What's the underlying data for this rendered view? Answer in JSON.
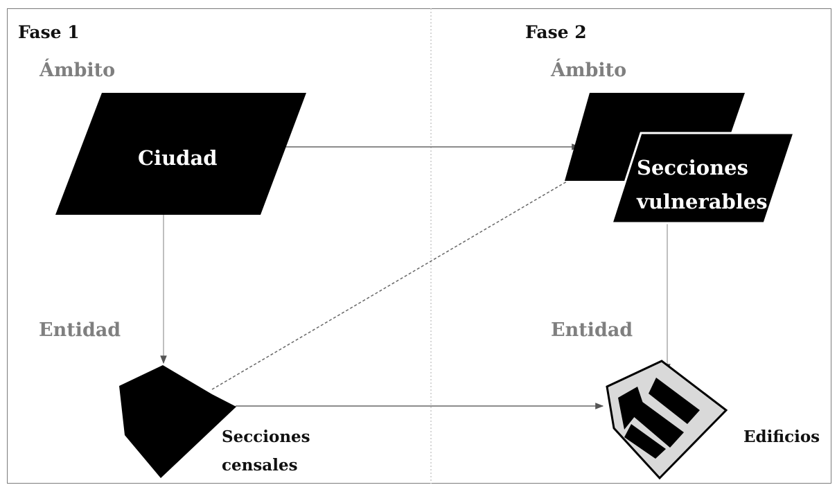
{
  "phase1": {
    "title": "Fase 1",
    "scope_label": "Ámbito",
    "entity_label": "Entidad",
    "scope_node": "Ciudad",
    "entity_node": [
      "Secciones",
      "censales"
    ]
  },
  "phase2": {
    "title": "Fase 2",
    "scope_label": "Ámbito",
    "entity_label": "Entidad",
    "scope_node": [
      "Secciones",
      "vulnerables"
    ],
    "entity_node": "Edificios"
  },
  "colors": {
    "node_fill": "#000000",
    "edge": "#666666",
    "label_gray": "#7f7f7f",
    "building_fill": "#d9d9d9"
  },
  "icons": {
    "entity_phase1": "pentagon-polygon-icon",
    "entity_phase2": "building-blocks-icon"
  }
}
